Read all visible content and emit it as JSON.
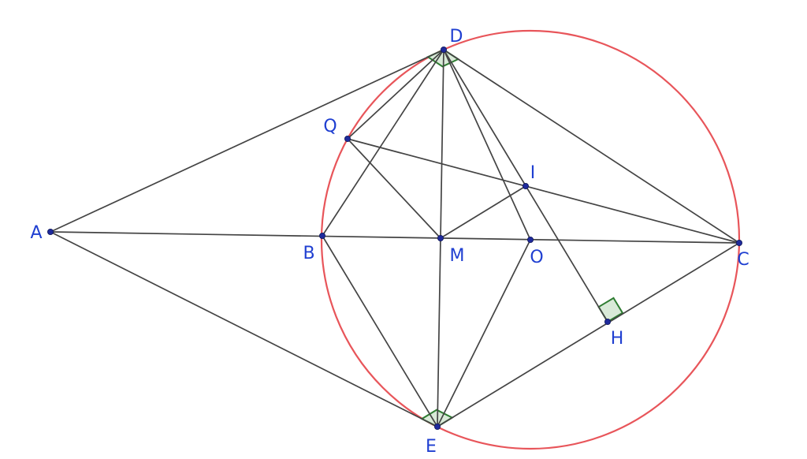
{
  "diagram": {
    "colors": {
      "circle": "#e8555a",
      "segment": "#444444",
      "point": "#1f2a9c",
      "label": "#1f3fd1",
      "right_angle_stroke": "#2f7d32",
      "right_angle_fill": "#d9ead8"
    },
    "points": [
      {
        "id": "A",
        "label": "A"
      },
      {
        "id": "B",
        "label": "B"
      },
      {
        "id": "M",
        "label": "M"
      },
      {
        "id": "O",
        "label": "O"
      },
      {
        "id": "C",
        "label": "C"
      },
      {
        "id": "D",
        "label": "D"
      },
      {
        "id": "E",
        "label": "E"
      },
      {
        "id": "Q",
        "label": "Q"
      },
      {
        "id": "I",
        "label": "I"
      },
      {
        "id": "H",
        "label": "H"
      }
    ],
    "segments": [
      [
        "A",
        "D"
      ],
      [
        "A",
        "E"
      ],
      [
        "A",
        "C"
      ],
      [
        "D",
        "B"
      ],
      [
        "D",
        "Q"
      ],
      [
        "D",
        "M"
      ],
      [
        "D",
        "O"
      ],
      [
        "D",
        "C"
      ],
      [
        "D",
        "H"
      ],
      [
        "E",
        "B"
      ],
      [
        "E",
        "M"
      ],
      [
        "E",
        "O"
      ],
      [
        "E",
        "C"
      ],
      [
        "Q",
        "M"
      ],
      [
        "Q",
        "C"
      ],
      [
        "M",
        "I"
      ]
    ],
    "right_angles": [
      {
        "vertex": "D",
        "rays": [
          "A",
          "C"
        ]
      },
      {
        "vertex": "E",
        "rays": [
          "A",
          "C"
        ]
      },
      {
        "vertex": "H",
        "rays": [
          "D",
          "C"
        ]
      }
    ]
  }
}
